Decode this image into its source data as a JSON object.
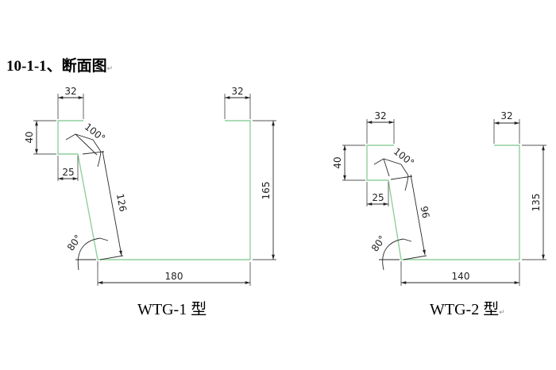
{
  "heading": {
    "text": "10-1-1、断面图",
    "paragraph_mark": "↵"
  },
  "profiles": [
    {
      "id": "wtg-1",
      "caption": "WTG-1 型",
      "caption_mark": "",
      "colors": {
        "profile_line": "#8fd19e",
        "dimension_line": "#2a2a2a"
      },
      "dimensions": {
        "top_left_flange_width": "32",
        "left_lip_height": "40",
        "inner_return": "25",
        "sloped_side_length": "126",
        "top_angle": "100°",
        "bottom_angle": "80°",
        "bottom_width": "180",
        "right_height": "165",
        "top_right_flange_width": "32"
      }
    },
    {
      "id": "wtg-2",
      "caption": "WTG-2 型",
      "caption_mark": "↵",
      "colors": {
        "profile_line": "#8fd19e",
        "dimension_line": "#2a2a2a"
      },
      "dimensions": {
        "top_left_flange_width": "32",
        "left_lip_height": "40",
        "inner_return": "25",
        "sloped_side_length": "96",
        "top_angle": "100°",
        "bottom_angle": "80°",
        "bottom_width": "140",
        "right_height": "135",
        "top_right_flange_width": "32"
      }
    }
  ]
}
